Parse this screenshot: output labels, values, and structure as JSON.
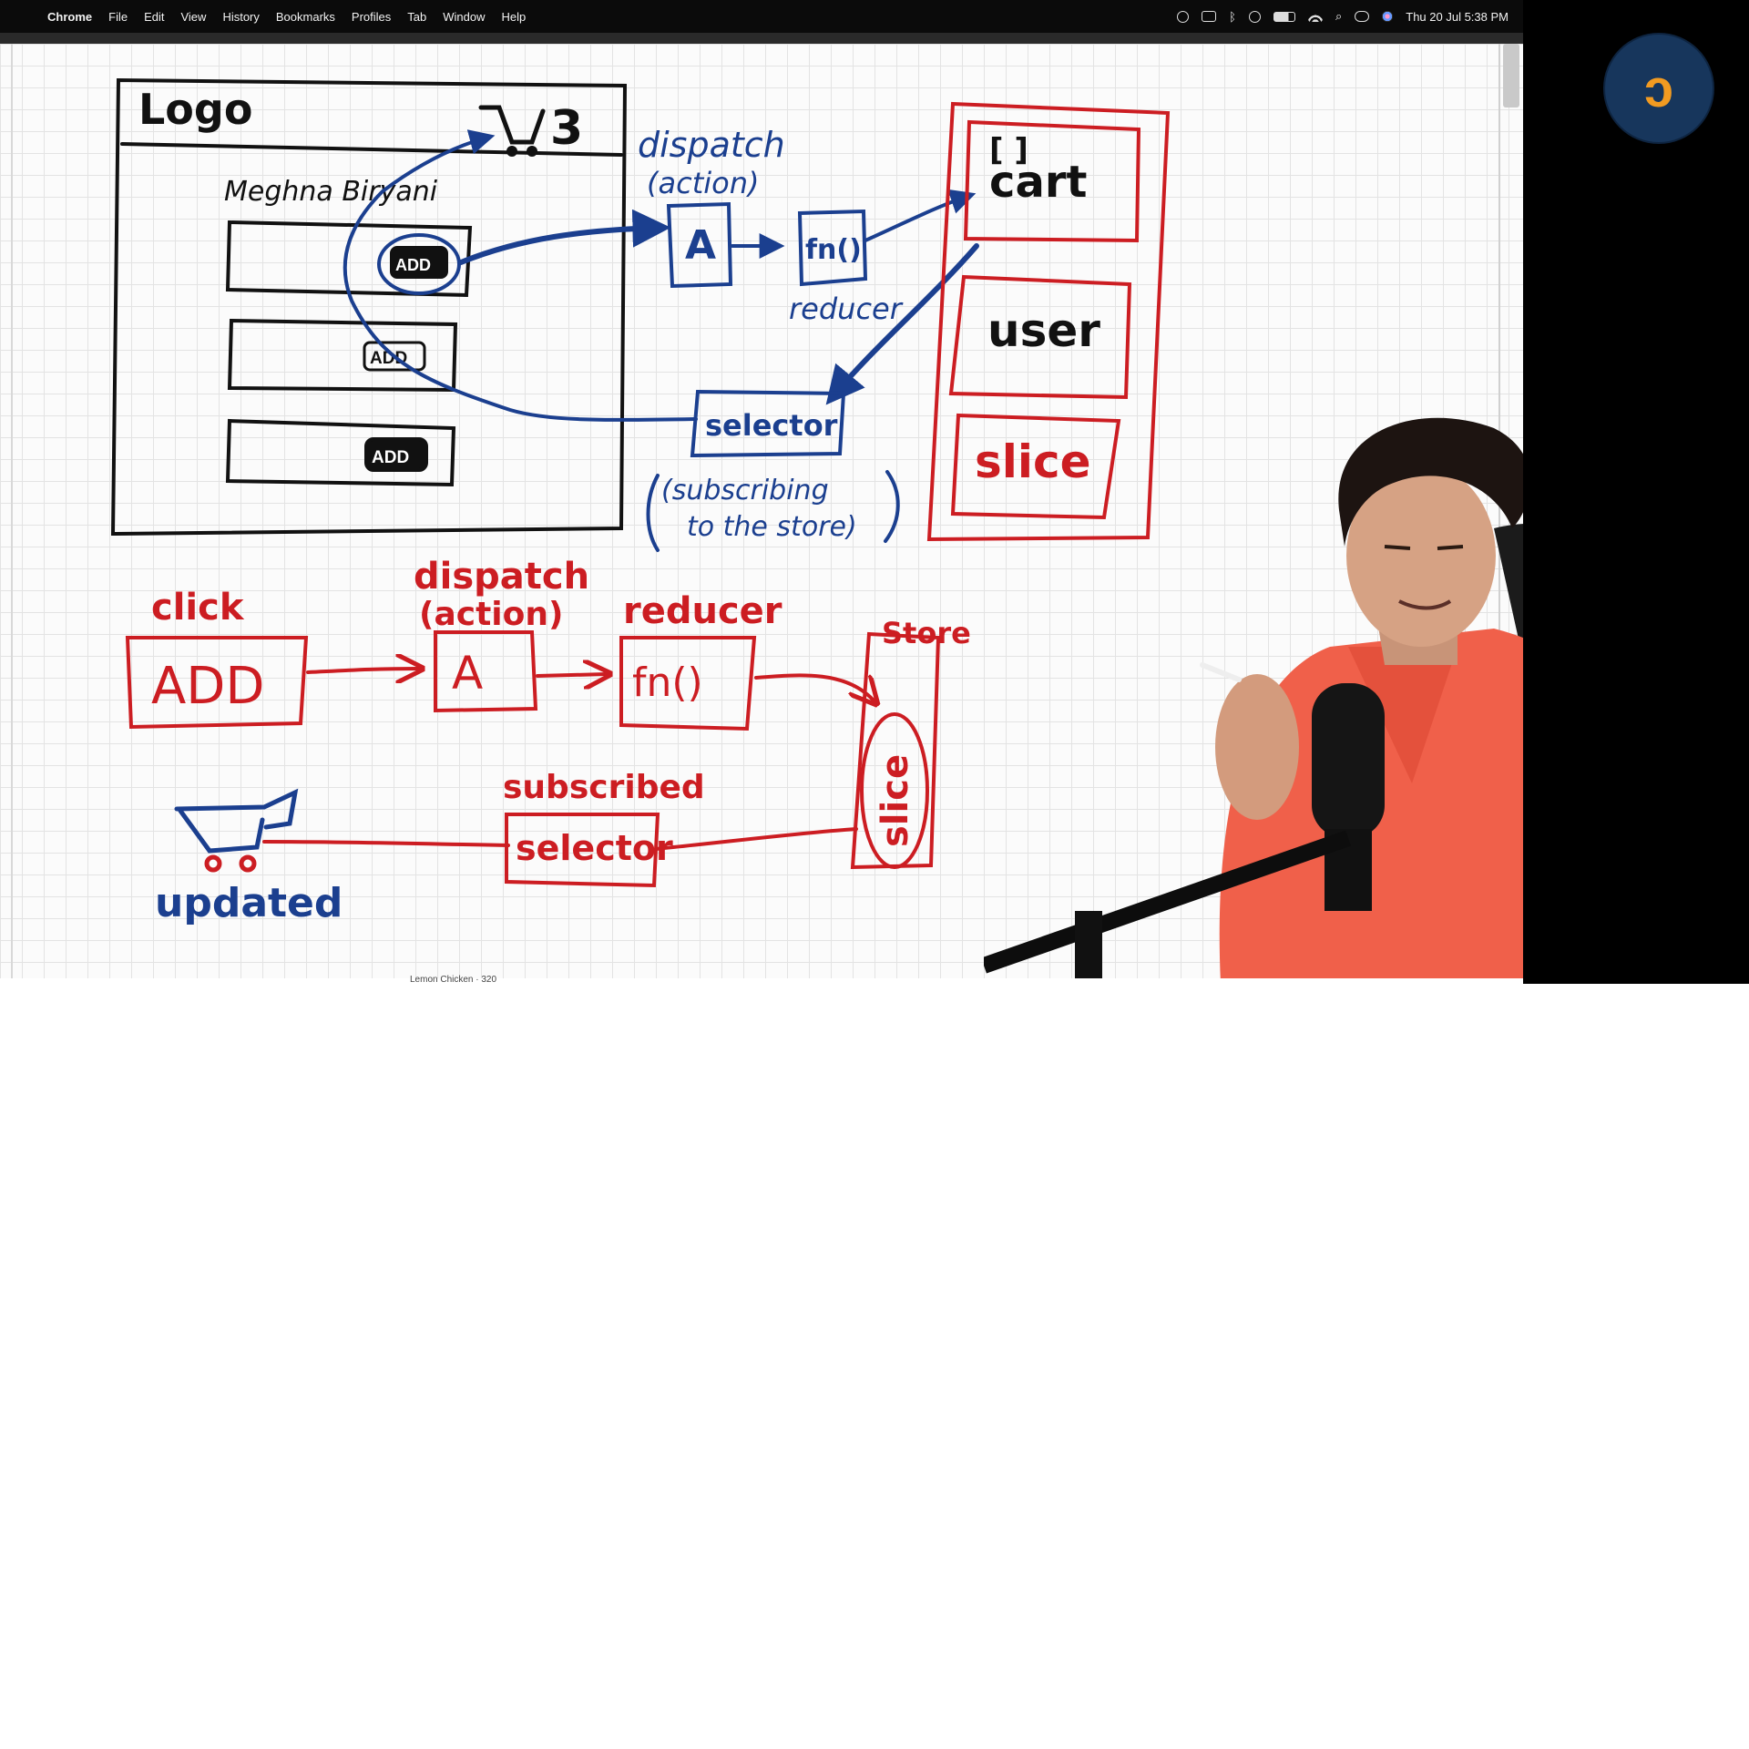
{
  "menubar": {
    "app_name": "Chrome",
    "menus": [
      "File",
      "Edit",
      "View",
      "History",
      "Bookmarks",
      "Profiles",
      "Tab",
      "Window",
      "Help"
    ],
    "datetime": "Thu 20 Jul  5:38 PM",
    "status_icons": [
      "record-icon",
      "keyboard-icon",
      "bluetooth-icon",
      "play-icon",
      "battery-icon",
      "wifi-icon",
      "search-icon",
      "control-center-icon",
      "siri-icon"
    ]
  },
  "board": {
    "mockup": {
      "logo": "Logo",
      "cart_count": "3",
      "restaurant": "Meghna Biryani",
      "add_buttons": [
        "ADD",
        "ADD",
        "ADD"
      ]
    },
    "top_flow": {
      "dispatch_label": "dispatch",
      "action_label": "(action)",
      "action_box": "A",
      "fn_box": "fn()",
      "reducer_label": "reducer",
      "selector_box": "selector",
      "subscribing_line1": "(subscribing",
      "subscribing_line2": "to the store)"
    },
    "store": {
      "cart_top": "[ ]",
      "cart": "cart",
      "user": "user",
      "slice": "slice"
    },
    "bottom_flow": {
      "click_label": "click",
      "add_box": "ADD",
      "dispatch_label": "dispatch",
      "action_label": "(action)",
      "action_box": "A",
      "reducer_label": "reducer",
      "fn_box": "fn()",
      "store_label": "Store",
      "slice_label": "slice",
      "subscribed_label": "subscribed",
      "selector_box": "selector",
      "updated_label": "updated"
    }
  },
  "channel_logo_glyph": "ↄ",
  "bottom_text": "Lemon Chicken · 320",
  "colors": {
    "ink_blue": "#1b3f8f",
    "ink_red": "#cc1d22",
    "ink_black": "#111111",
    "logo_bg": "#17365c",
    "logo_accent": "#f29b21",
    "shirt": "#f0604a"
  }
}
